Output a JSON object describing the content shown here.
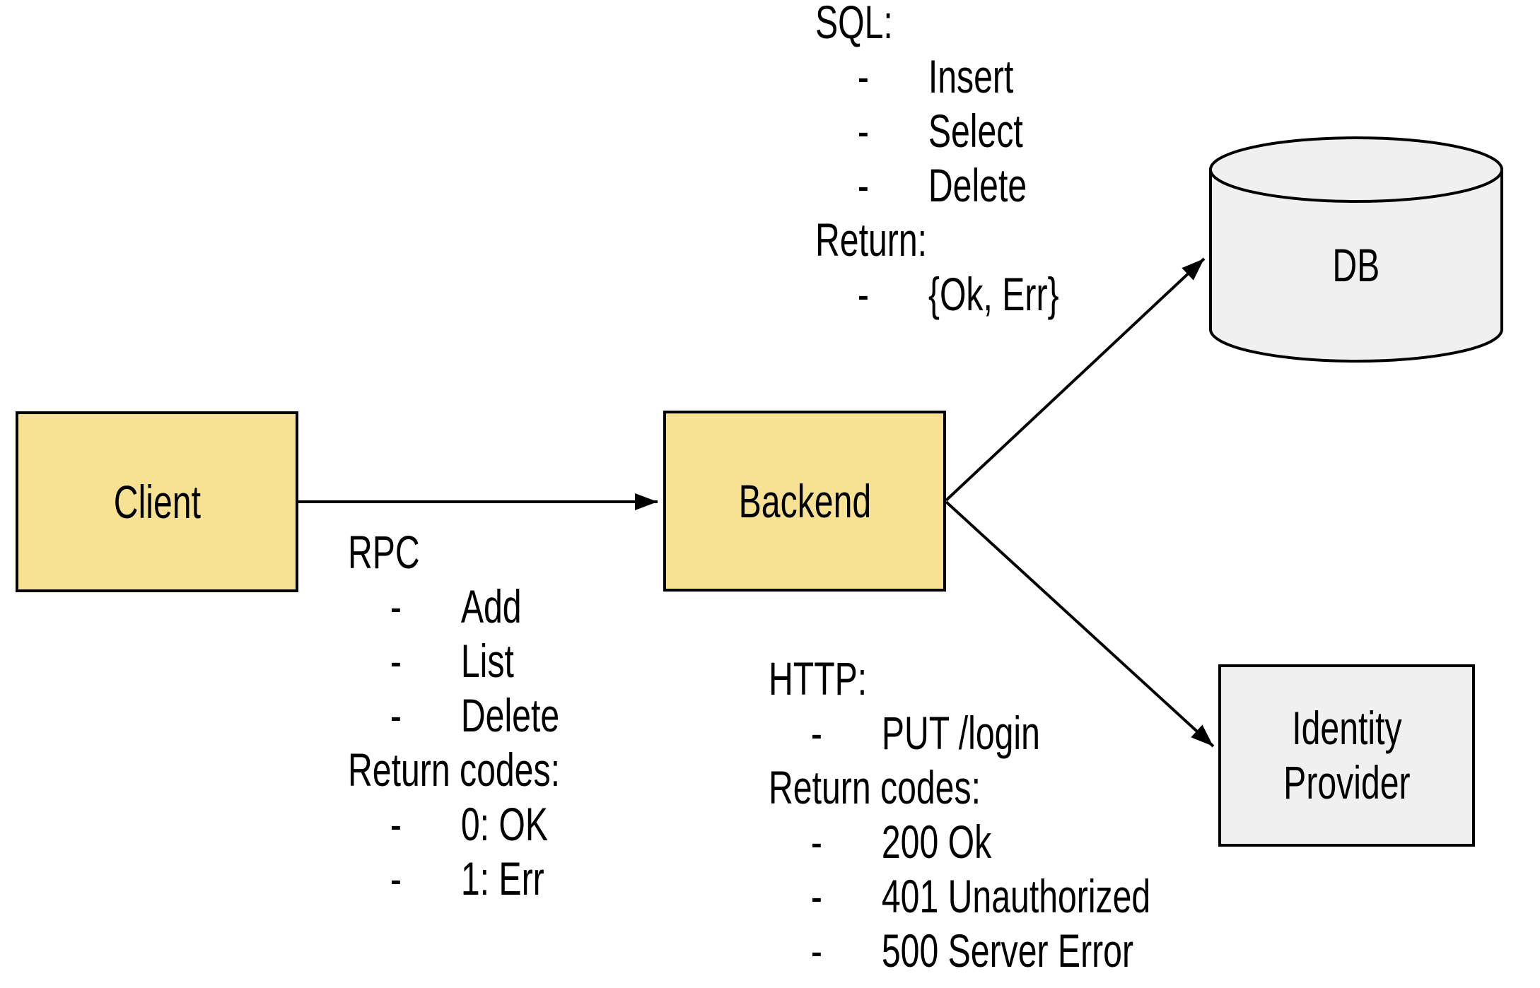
{
  "colors": {
    "background": "#FFFFFF",
    "node_yellow": "#F7E294",
    "node_gray": "#F0F0F0",
    "stroke": "#000000",
    "text": "#000000"
  },
  "nodes": {
    "client": {
      "label": "Client"
    },
    "backend": {
      "label": "Backend"
    },
    "db": {
      "label": "DB"
    },
    "identity_provider": {
      "label_lines": [
        "Identity",
        "Provider"
      ]
    }
  },
  "edges": [
    {
      "from": "Client",
      "to": "Backend"
    },
    {
      "from": "Backend",
      "to": "DB"
    },
    {
      "from": "Backend",
      "to": "Identity Provider"
    }
  ],
  "annotations": {
    "list_marker": "-",
    "rpc": {
      "heading": "RPC",
      "items": [
        "Add",
        "List",
        "Delete"
      ],
      "subheading": "Return codes:",
      "subitems": [
        "0: OK",
        "1: Err"
      ]
    },
    "sql": {
      "heading": "SQL:",
      "items": [
        "Insert",
        "Select",
        "Delete"
      ],
      "subheading": "Return:",
      "subitems": [
        "{Ok, Err}"
      ]
    },
    "http": {
      "heading": "HTTP:",
      "items": [
        "PUT /login"
      ],
      "subheading": "Return codes:",
      "subitems": [
        "200 Ok",
        "401 Unauthorized",
        "500 Server Error"
      ]
    }
  }
}
